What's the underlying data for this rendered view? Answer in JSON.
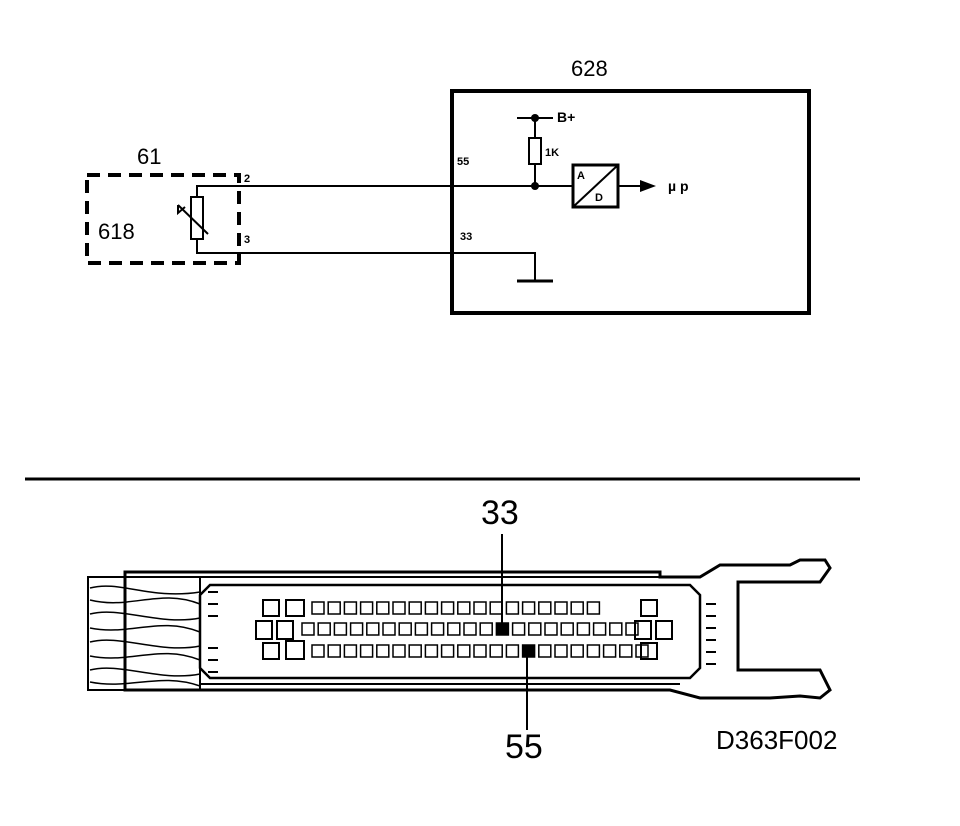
{
  "schematic": {
    "ecu_label": "628",
    "sensor_outer_label": "61",
    "sensor_inner_label": "618",
    "sensor_pin_2": "2",
    "sensor_pin_3": "3",
    "ecu_pin_55": "55",
    "ecu_pin_33": "33",
    "supply_label": "B+",
    "resistor_label": "1K",
    "adc_a": "A",
    "adc_d": "D",
    "output_label": "µ p"
  },
  "connector": {
    "pin_callout_top": "33",
    "pin_callout_bottom": "55",
    "row1_pin_count": 18,
    "row2_pin_count": 21,
    "row3_pin_count": 21,
    "highlight_row2_index": 12,
    "highlight_row3_index": 13
  },
  "figure_code": "D363F002"
}
